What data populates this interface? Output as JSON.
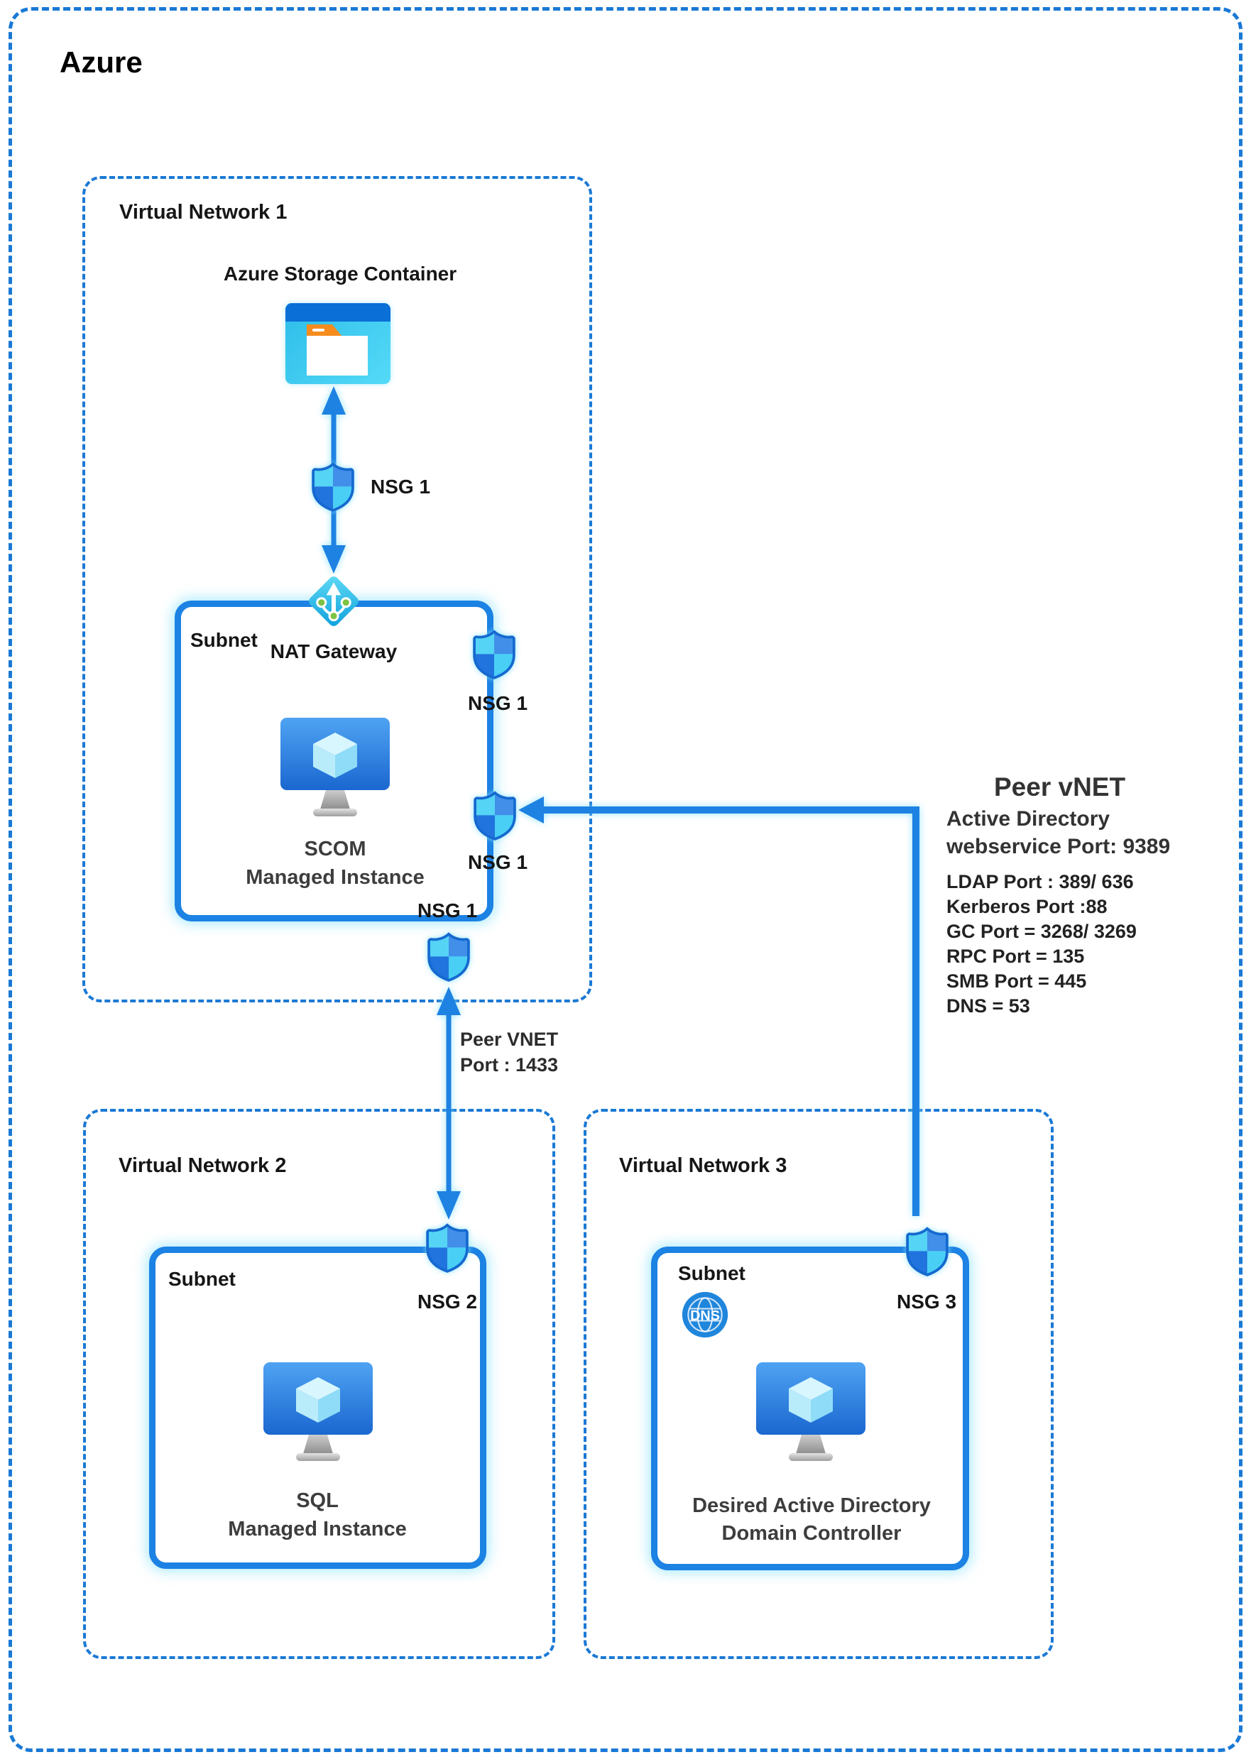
{
  "diagram_title": "Azure",
  "colors": {
    "dash_border_blue": "#1a79d5",
    "solid_border_blue": "#1c82e3",
    "arrow_blue": "#1e82e2",
    "glow_cyan": "#63d8f8",
    "shield_cyan_light": "#55d4f6",
    "shield_blue_mid": "#418fe9",
    "shield_blue_deep": "#2173de",
    "shield_stroke": "#1569cf",
    "storage_header_blue": "#0a6fd6",
    "storage_body_cyan": "#3ecdf1",
    "folder_tab_orange": "#f68c1e",
    "nat_green_dot": "#7dc243",
    "dns_circle_blue": "#1f86dc",
    "vm_screen_blue": "#2f82e0",
    "text_dark": "#161616",
    "vm_text_gray": "#3d3d3d"
  },
  "vnet1": {
    "label": "Virtual Network 1",
    "storage_label": "Azure Storage Container",
    "nsg_storage": "NSG 1",
    "nat_gateway_label": "NAT Gateway",
    "subnet_label": "Subnet",
    "vm_name_line1": "SCOM",
    "vm_name_line2": "Managed Instance",
    "nsg_right_upper": "NSG 1",
    "nsg_right_lower": "NSG 1",
    "nsg_bottom": "NSG 1"
  },
  "vnet2": {
    "label": "Virtual Network 2",
    "subnet_label": "Subnet",
    "nsg": "NSG 2",
    "vm_name_line1": "SQL",
    "vm_name_line2": "Managed Instance"
  },
  "vnet3": {
    "label": "Virtual Network 3",
    "subnet_label": "Subnet",
    "dns_label": "DNS",
    "nsg": "NSG 3",
    "vm_name_line1": "Desired Active Directory",
    "vm_name_line2": "Domain Controller"
  },
  "peer_link_sql": {
    "line1": "Peer VNET",
    "line2": "Port : 1433"
  },
  "peer_note": {
    "title": "Peer vNET",
    "subtitle_line1": "Active Directory",
    "subtitle_line2": "webservice Port: 9389",
    "items": [
      "LDAP Port : 389/ 636",
      "Kerberos Port :88",
      "GC Port = 3268/ 3269",
      "RPC Port = 135",
      "SMB Port = 445",
      "DNS = 53"
    ]
  }
}
